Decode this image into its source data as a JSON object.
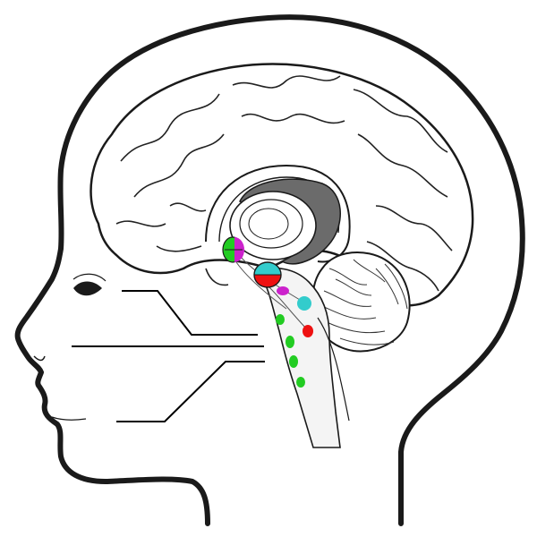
{
  "diagram": {
    "subject": "sagittal-brain-head-silhouette",
    "colors": {
      "outline": "#1a1a1a",
      "ventricle_fill": "#6b6b6b",
      "nucleus_green": "#22cc22",
      "nucleus_magenta": "#cc22cc",
      "nucleus_cyan": "#33cccc",
      "nucleus_red": "#ee1111",
      "background": "#ffffff"
    },
    "nuclei": [
      {
        "name": "forebrain-nucleus-green-magenta",
        "colors": [
          "green",
          "magenta"
        ]
      },
      {
        "name": "thalamic-nucleus-cyan-red",
        "colors": [
          "cyan",
          "red"
        ]
      },
      {
        "name": "midbrain-nucleus-magenta",
        "colors": [
          "magenta"
        ]
      },
      {
        "name": "pons-nucleus-cyan",
        "colors": [
          "cyan"
        ]
      },
      {
        "name": "pons-nucleus-red",
        "colors": [
          "red"
        ]
      },
      {
        "name": "brainstem-nucleus-green-1",
        "colors": [
          "green"
        ]
      },
      {
        "name": "brainstem-nucleus-green-2",
        "colors": [
          "green"
        ]
      },
      {
        "name": "brainstem-nucleus-green-3",
        "colors": [
          "green"
        ]
      },
      {
        "name": "brainstem-nucleus-green-4",
        "colors": [
          "green"
        ]
      }
    ],
    "pointer_lines": [
      {
        "name": "eye-pointer-line",
        "points_to": "eye"
      },
      {
        "name": "nose-pointer-line",
        "points_to": "nose"
      },
      {
        "name": "mouth-pointer-line",
        "points_to": "mouth"
      }
    ]
  }
}
